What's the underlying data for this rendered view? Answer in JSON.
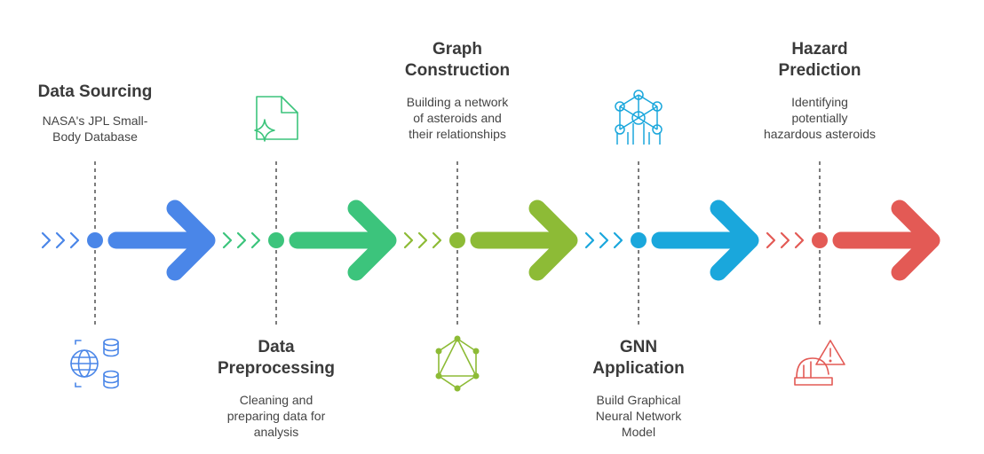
{
  "stages": [
    {
      "id": "sourcing",
      "title": [
        "Data Sourcing"
      ],
      "description": [
        "NASA's JPL Small-",
        "Body Database"
      ],
      "color": "#4a86e8",
      "icon": "globe-database-icon",
      "text_side": "top"
    },
    {
      "id": "preprocessing",
      "title": [
        "Data",
        "Preprocessing"
      ],
      "description": [
        "Cleaning and",
        "preparing data for",
        "analysis"
      ],
      "color": "#3cc47c",
      "icon": "document-sparkle-icon",
      "text_side": "bottom"
    },
    {
      "id": "graph",
      "title": [
        "Graph",
        "Construction"
      ],
      "description": [
        "Building a network",
        "of asteroids and",
        "their relationships"
      ],
      "color": "#8dbb36",
      "icon": "graph-network-icon",
      "text_side": "top"
    },
    {
      "id": "gnn",
      "title": [
        "GNN",
        "Application"
      ],
      "description": [
        "Build Graphical",
        "Neural Network",
        "Model"
      ],
      "color": "#1aa7dc",
      "icon": "neural-network-icon",
      "text_side": "bottom"
    },
    {
      "id": "hazard",
      "title": [
        "Hazard",
        "Prediction"
      ],
      "description": [
        "Identifying",
        "potentially",
        "hazardous asteroids"
      ],
      "color": "#e35a55",
      "icon": "hazard-warning-icon",
      "text_side": "top"
    }
  ]
}
